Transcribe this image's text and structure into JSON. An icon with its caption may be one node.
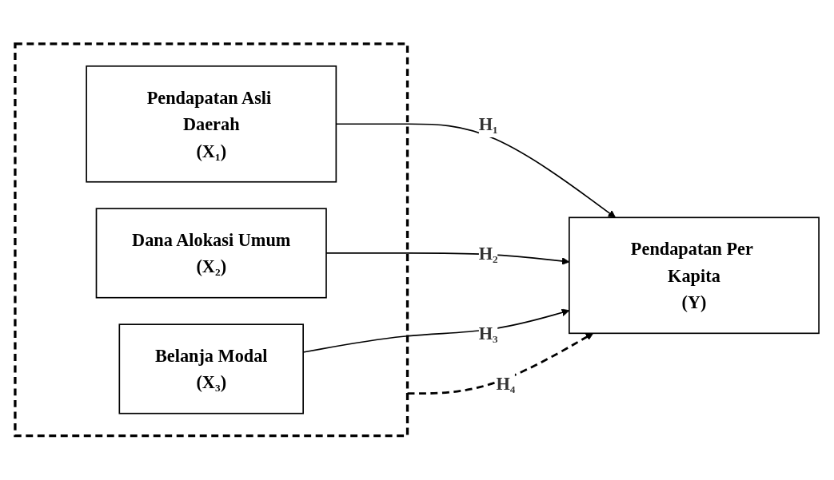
{
  "diagram": {
    "nodes": [
      {
        "text": [],
        "shape": "box"
      },
      {
        "text": [
          "Pendapatan Asli Daerah",
          "(X₁)"
        ],
        "in": 0
      },
      {
        "text": [
          "Dana Alokasi Umum",
          "(X₂)"
        ],
        "in": 0
      },
      {
        "text": [
          "Belanja Modal",
          "(X₃)"
        ],
        "in": 0
      },
      {
        "text": [
          "Pendapatan Per Kapita",
          "(Y)"
        ]
      }
    ],
    "edges": [
      {
        "from": 1,
        "to": 4,
        "arrow": "to",
        "label": "H₁"
      },
      {
        "from": 2,
        "to": 4,
        "arrow": "to",
        "label": "H₂"
      },
      {
        "from": 3,
        "to": 4,
        "arrow": "to",
        "label": "H₃"
      },
      {
        "from": 0,
        "to": 4,
        "arrow": "to",
        "label": "H₄",
        "style": "dashed"
      }
    ]
  }
}
